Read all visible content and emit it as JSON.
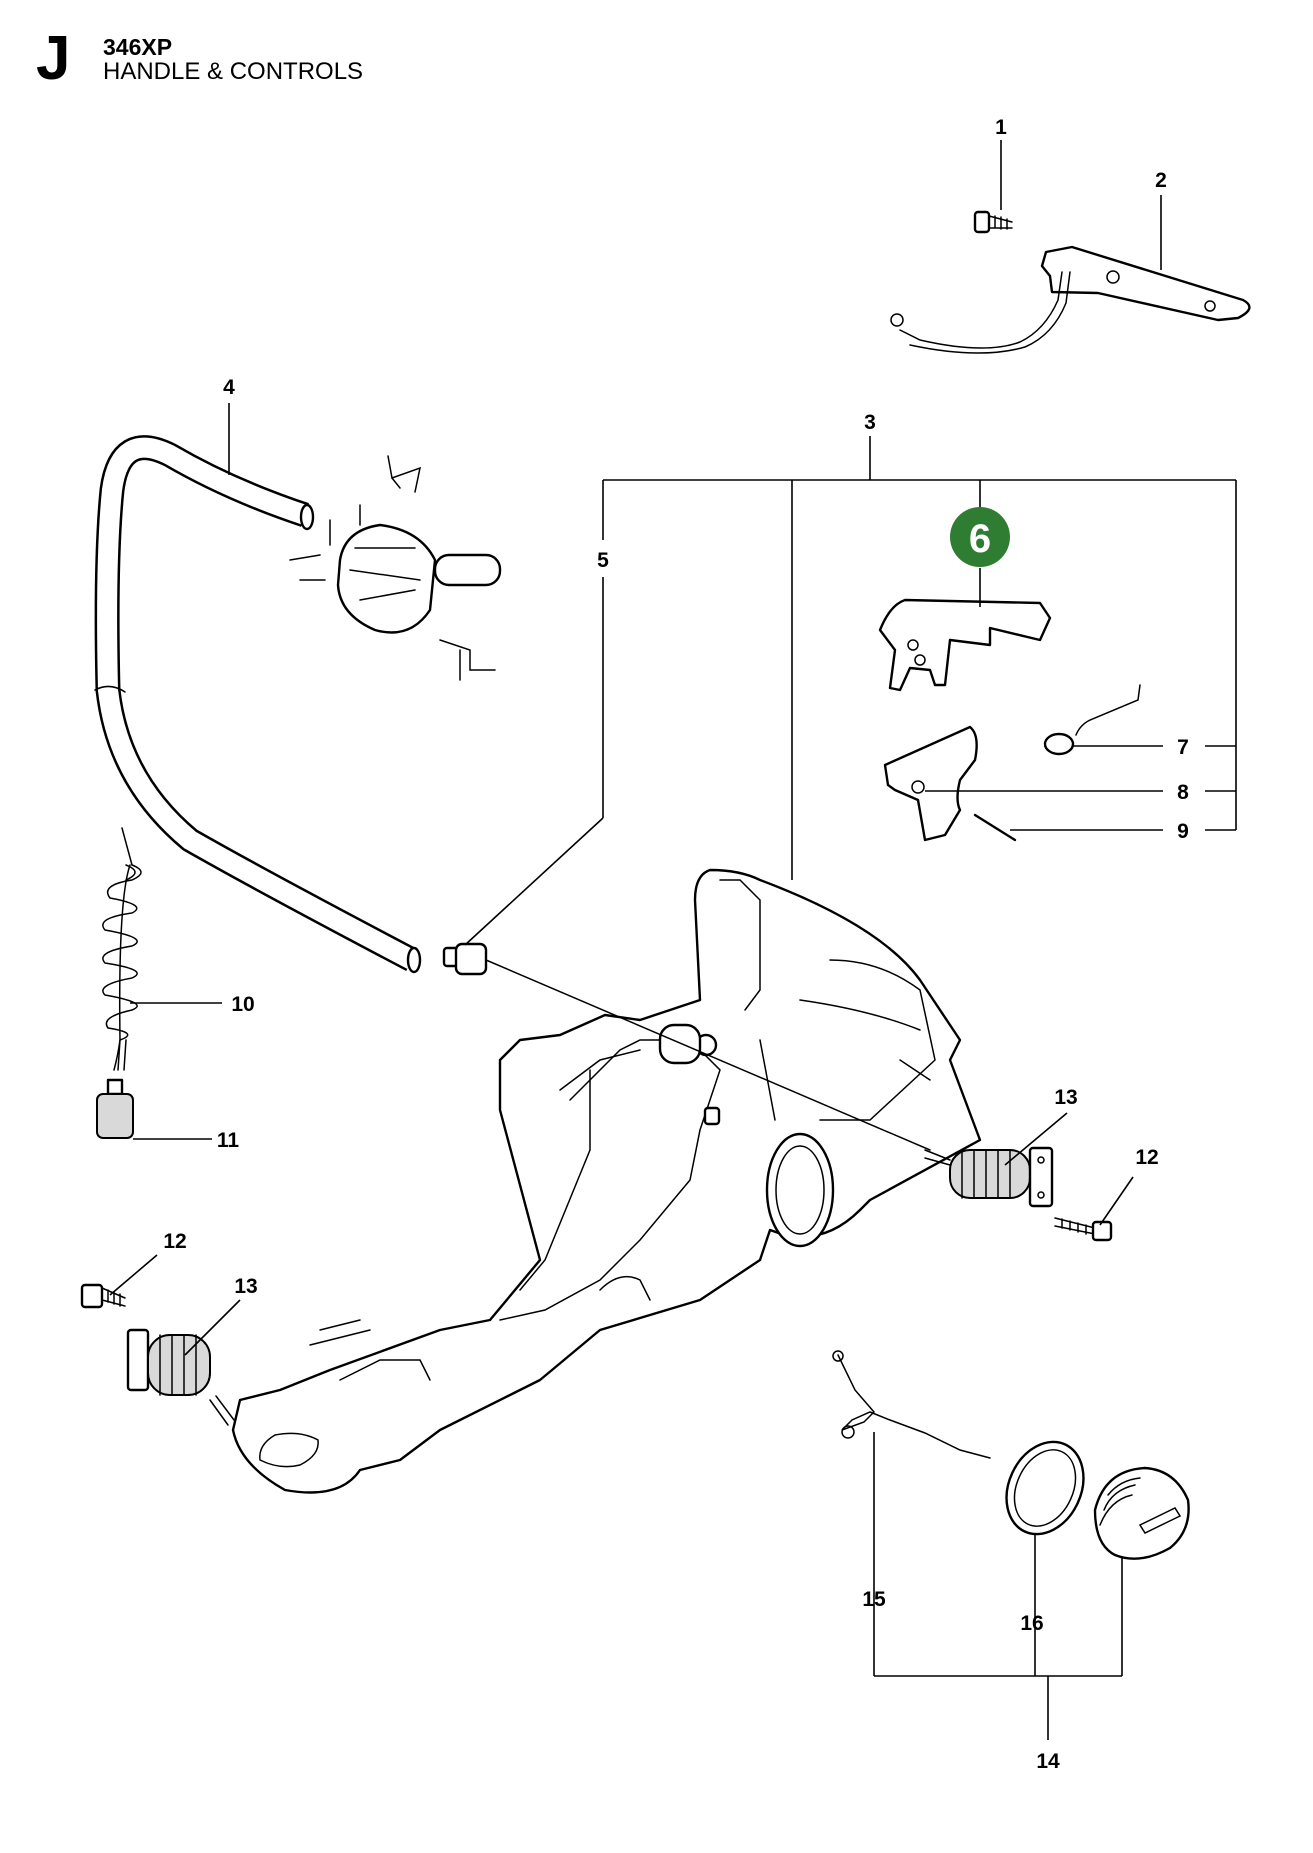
{
  "header": {
    "section_letter": "J",
    "model": "346XP",
    "title": "HANDLE & CONTROLS"
  },
  "highlight": {
    "part_number": "6",
    "color": "#2e7d32"
  },
  "callouts": [
    "1",
    "2",
    "3",
    "4",
    "5",
    "7",
    "8",
    "9",
    "10",
    "11",
    "12",
    "13",
    "12",
    "13",
    "14",
    "15",
    "16"
  ]
}
